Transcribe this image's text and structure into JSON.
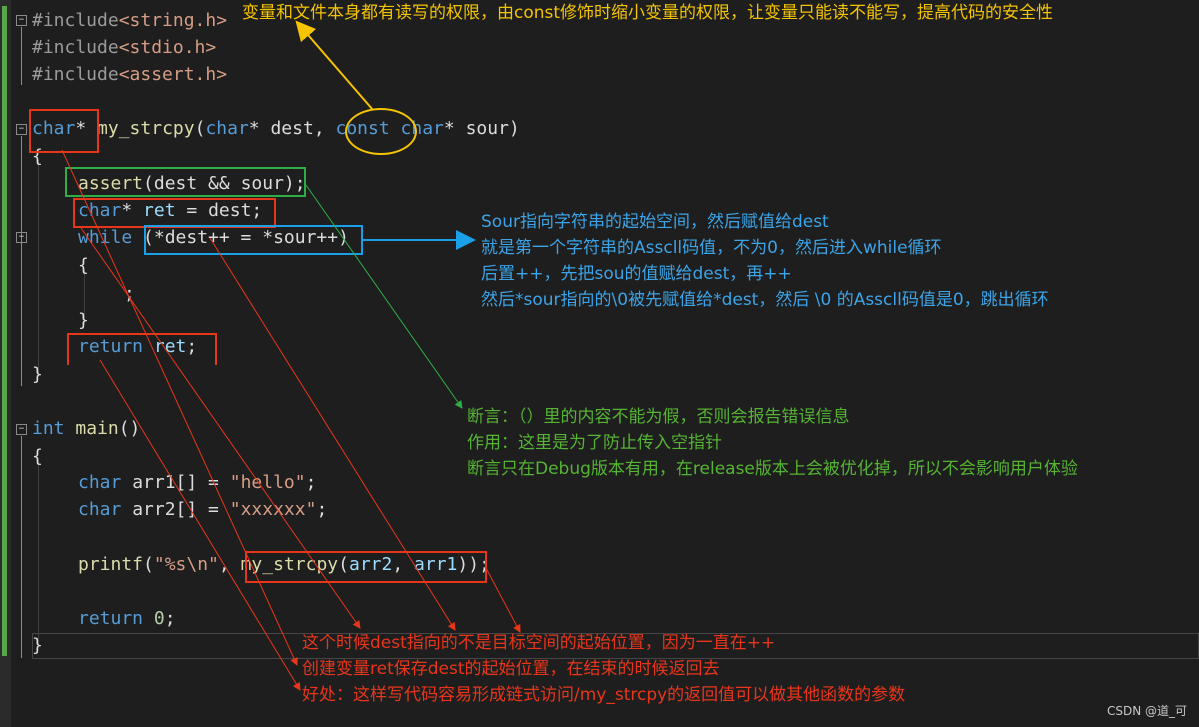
{
  "code": {
    "line1": {
      "pp": "#include",
      "hdr": "<string.h>"
    },
    "line2": {
      "pp": "#include",
      "hdr": "<stdio.h>"
    },
    "line3": {
      "pp": "#include",
      "hdr": "<assert.h>"
    },
    "line4": {
      "t1": "char",
      "t2": "* ",
      "t3": "my_strcpy",
      "t4": "(",
      "t5": "char",
      "t6": "* dest, ",
      "t7": "const",
      "t8": " ",
      "t9": "char",
      "t10": "* sour)"
    },
    "line5": "{",
    "line6": {
      "t1": "assert",
      "t2": "(dest && sour);"
    },
    "line7": {
      "t1": "char",
      "t2": "* ",
      "t3": "ret",
      "t4": " = dest;"
    },
    "line8": {
      "t1": "while",
      "t2": " (*dest++ = *sour++)"
    },
    "line9": "{",
    "line10": ";",
    "line11": "}",
    "line12": {
      "t1": "return",
      "t2": " ",
      "t3": "ret",
      "t4": ";"
    },
    "line13": "}",
    "line14": {
      "t1": "int",
      "t2": " ",
      "t3": "main",
      "t4": "()"
    },
    "line15": "{",
    "line16": {
      "t1": "char",
      "t2": " arr1[] = ",
      "t3": "\"hello\"",
      "t4": ";"
    },
    "line17": {
      "t1": "char",
      "t2": " arr2[] = ",
      "t3": "\"xxxxxx\"",
      "t4": ";"
    },
    "line18": {
      "t1": "printf",
      "t2": "(",
      "t3": "\"%s\\n\"",
      "t4": ", ",
      "t5": "my_strcpy",
      "t6": "(",
      "t7": "arr2",
      "t8": ", ",
      "t9": "arr1",
      "t10": "));"
    },
    "line19": {
      "t1": "return",
      "t2": " ",
      "t3": "0",
      "t4": ";"
    },
    "line20": "}"
  },
  "notes": {
    "yellow": "变量和文件本身都有读写的权限，由const修饰时缩小变量的权限，让变量只能读不能写，提高代码的安全性",
    "blue": [
      "Sour指向字符串的起始空间，然后赋值给dest",
      "就是第一个字符串的Asscll码值，不为0，然后进入while循环",
      "后置++，先把sou的值赋给dest，再++",
      "然后*sour指向的\\0被先赋值给*dest，然后 \\0 的Asscll码值是0，跳出循环"
    ],
    "green": [
      "断言：（）里的内容不能为假，否则会报告错误信息",
      "作用：这里是为了防止传入空指针",
      "断言只在Debug版本有用，在release版本上会被优化掉，所以不会影响用户体验"
    ],
    "red": [
      "这个时候dest指向的不是目标空间的起始位置，因为一直在++",
      "创建变量ret保存dest的起始位置，在结束的时候返回去",
      "好处：这样写代码容易形成链式访问/my_strcpy的返回值可以做其他函数的参数"
    ]
  },
  "watermark": "CSDN @道_可",
  "colors": {
    "background": "#1e1e1e",
    "yellow": "#f5c400",
    "blue": "#3ca4e8",
    "green": "#55b433",
    "red": "#e8361b"
  }
}
